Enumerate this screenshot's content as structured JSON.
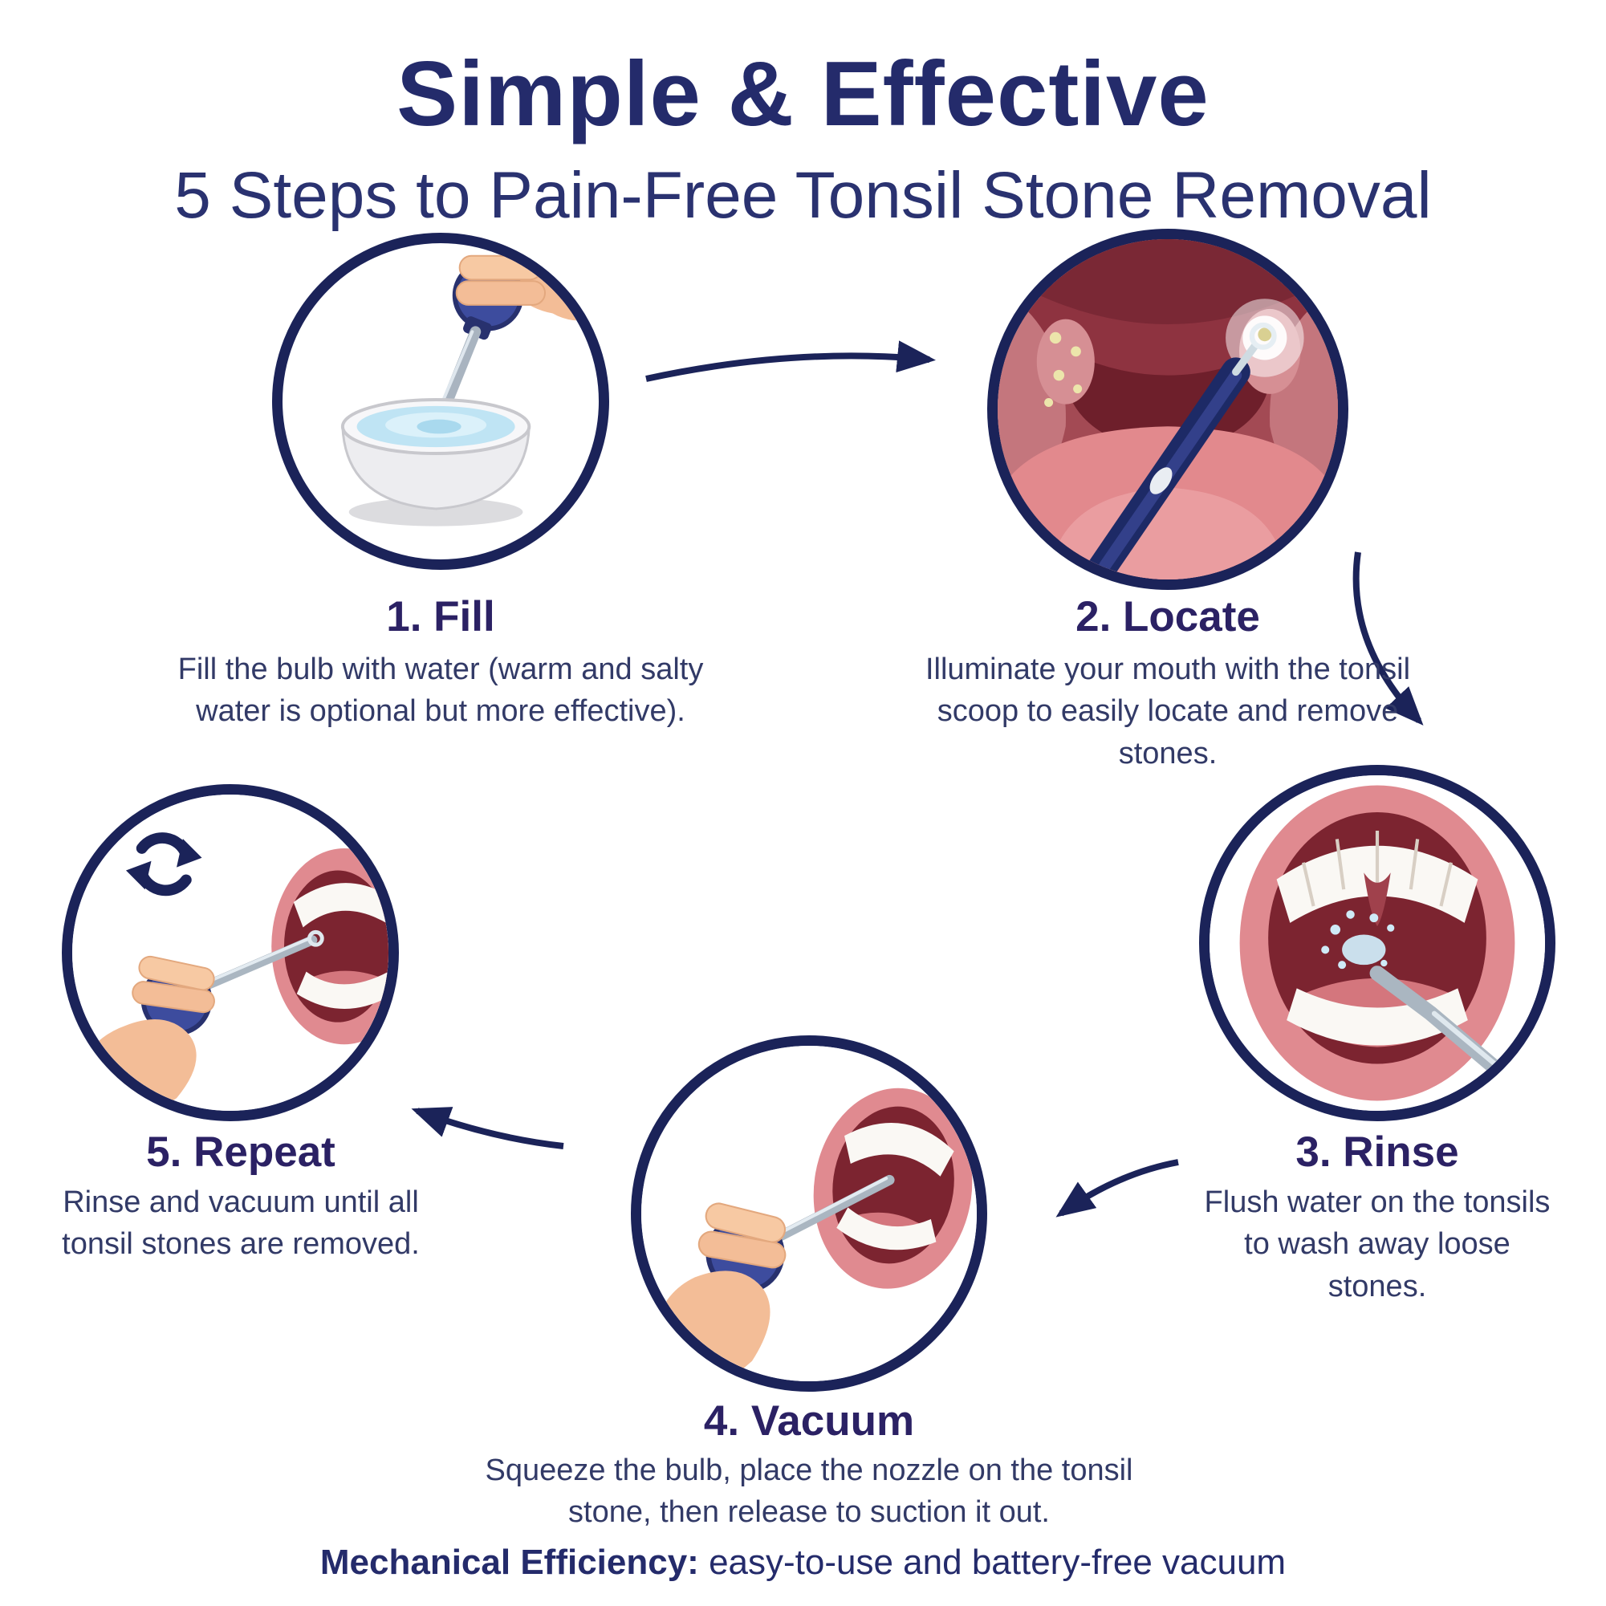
{
  "header": {
    "title": "Simple & Effective",
    "subtitle": "5 Steps to Pain-Free Tonsil Stone Removal"
  },
  "steps": [
    {
      "label": "1. Fill",
      "description": "Fill the bulb with water (warm and salty water is optional but more effective)."
    },
    {
      "label": "2. Locate",
      "description": "Illuminate your mouth with the tonsil scoop to easily locate and remove stones."
    },
    {
      "label": "3. Rinse",
      "description": "Flush water on the tonsils to wash away loose stones."
    },
    {
      "label": "4. Vacuum",
      "description": "Squeeze the bulb, place the nozzle on the tonsil stone, then release to suction it out."
    },
    {
      "label": "5. Repeat",
      "description": "Rinse and vacuum until all tonsil stones are removed."
    }
  ],
  "footer": {
    "emphasis": "Mechanical Efficiency:",
    "text": " easy-to-use and battery-free vacuum"
  },
  "icons": {
    "refresh_icon": "⟳",
    "flow_arrow_icon": "➝"
  },
  "colors": {
    "navy": "#1b2359",
    "title_navy": "#242b6b",
    "heading_purple": "#2b2164",
    "body_text": "#323a67",
    "bulb_blue": "#3d4c9e",
    "water_blue": "#bfe4f4",
    "mouth_dark_red": "#7c2430",
    "mouth_pink": "#e08a90",
    "skin": "#f3bd97",
    "stone_yellow": "#ece5ab",
    "metal_gray": "#aab6c1"
  }
}
